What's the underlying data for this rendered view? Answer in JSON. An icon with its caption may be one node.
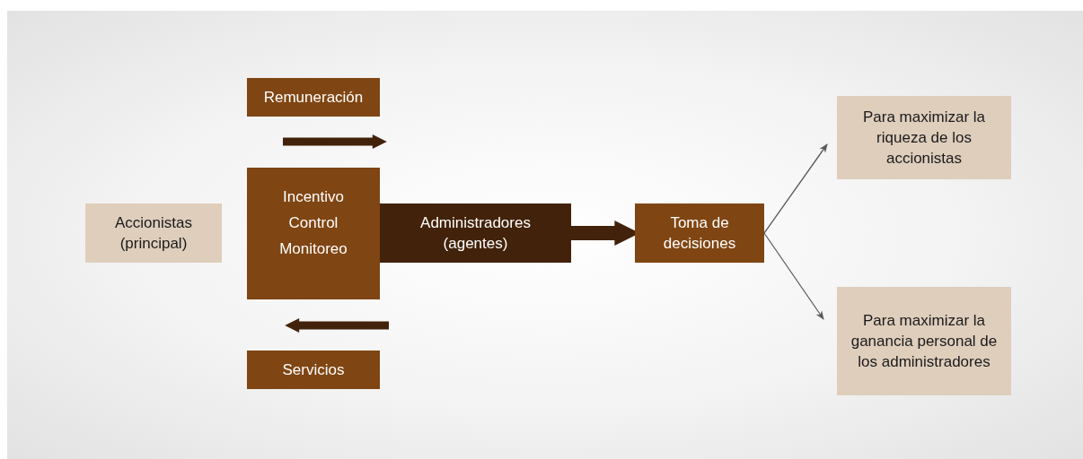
{
  "diagram": {
    "nodes": [
      {
        "text": [
          "Accionistas (principal)"
        ]
      },
      {
        "text": [
          "Remuneración"
        ]
      },
      {
        "text": [
          "Incentivo",
          "Control",
          "Monitoreo"
        ]
      },
      {
        "text": [
          "Administradores (agentes)"
        ]
      },
      {
        "text": [
          "Toma de decisiones"
        ]
      },
      {
        "text": [
          "Para maximizar la riqueza de los accionistas"
        ]
      },
      {
        "text": [
          "Para maximizar la ganancia personal de los administradores"
        ]
      },
      {
        "text": [
          "Servicios"
        ]
      }
    ],
    "edges": [
      {
        "from": 3,
        "to": 4,
        "arrow": "to",
        "style": "thick",
        "color": "#42220a"
      },
      {
        "from": 4,
        "to": 5,
        "arrow": "to"
      },
      {
        "from": 4,
        "to": 6,
        "arrow": "to"
      }
    ]
  }
}
